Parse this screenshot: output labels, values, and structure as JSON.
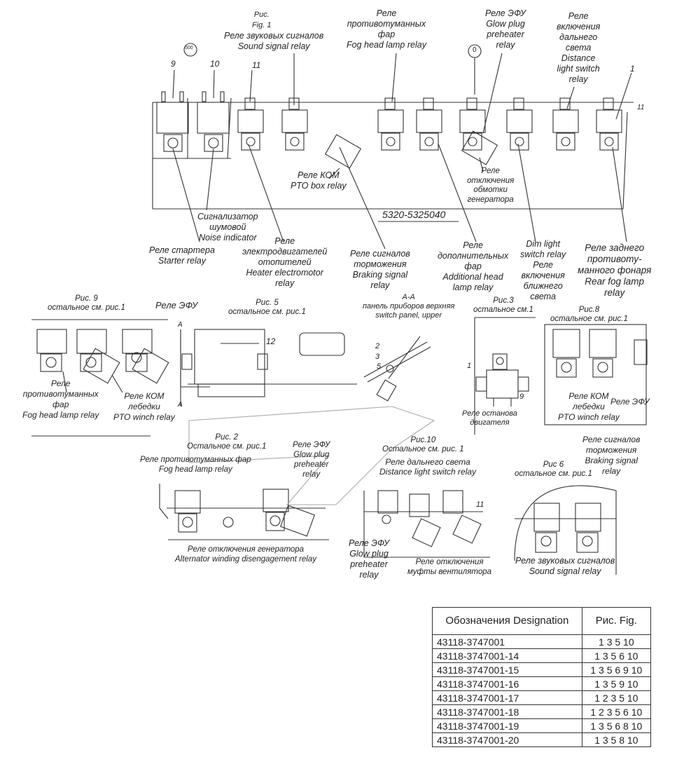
{
  "main_labels": {
    "fig1": [
      "Рис.",
      "Fig. 1"
    ],
    "sound_signal": [
      "Реле звуковых сигналов",
      "Sound signal relay"
    ],
    "fog_head": [
      "Реле",
      "противотуманных",
      "фар",
      "Fog head lamp relay"
    ],
    "glow_plug": [
      "Реле ЭФУ",
      "Glow plug",
      "preheater",
      "relay"
    ],
    "distance": [
      "Реле",
      "включения",
      "дальнего",
      "света",
      "Distance",
      "light switch",
      "relay"
    ],
    "pto_box": [
      "Реле КОМ",
      "PTO box relay"
    ],
    "alt_off": [
      "Реле",
      "отключения",
      "обмотки",
      "генератора"
    ],
    "part_no": "5320-5325040",
    "noise": [
      "Сигнализатор",
      "шумовой",
      "Noise indicator"
    ],
    "starter": [
      "Реле стартера",
      "Starter relay"
    ],
    "heater": [
      "Реле",
      "электродвигателей",
      "отопителей",
      "Heater electromotor",
      "relay"
    ],
    "braking": [
      "Реле сигналов",
      "торможения",
      "Braking signal",
      "relay"
    ],
    "additional": [
      "Реле",
      "дополнительных",
      "фар",
      "Additional head",
      "lamp relay"
    ],
    "dim": [
      "Dim light",
      "switch relay",
      "Реле",
      "включения",
      "ближнего",
      "света"
    ],
    "rear_fog": [
      "Реле заднего",
      "противоту-",
      "манного фонаря",
      "Rear fog lamp",
      "relay"
    ]
  },
  "numbers": {
    "n9": "9",
    "n10": "10",
    "n11": "11",
    "n1": "1",
    "n11b": "11",
    "circ500": "500",
    "circ0": "0"
  },
  "fig9": {
    "title": [
      "Рис. 9",
      "остальное см. рис.1"
    ],
    "efu": "Реле ЭФУ",
    "fog": [
      "Реле",
      "противотуманных",
      "фар",
      "Fog head lamp relay"
    ],
    "pto": [
      "Реле КОМ",
      "лебедки",
      "PTO winch relay"
    ]
  },
  "fig5": {
    "title": [
      "Рис. 5",
      "остальное см. рис.1"
    ],
    "n12": "12",
    "a": "A"
  },
  "section_aa": {
    "title": [
      "А-А",
      "панель приборов верхняя",
      "switch panel, upper"
    ],
    "n2": "2",
    "n3": "3",
    "n5": "5"
  },
  "fig3": {
    "title": [
      "Рис.3",
      "остальное см.1"
    ],
    "n1": "1",
    "n9": "9",
    "stop": [
      "Реле останова",
      "двигателя"
    ]
  },
  "fig8": {
    "title": [
      "Рис.8",
      "остальное см. рис.1"
    ],
    "pto": [
      "Реле КОМ",
      "лебедки",
      "PTO winch relay"
    ],
    "efu": "Реле ЭФУ"
  },
  "fig2": {
    "title": [
      "Рис. 2",
      "Остальное см. рис.1"
    ],
    "fog": [
      "Реле противотуманных фар",
      "Fog head lamp relay"
    ],
    "efu": [
      "Реле ЭФУ",
      "Glow plug",
      "preheater",
      "relay"
    ],
    "alt": [
      "Реле отключения генератора",
      "Alternator winding disengagement relay"
    ]
  },
  "fig10": {
    "title": [
      "Рис.10",
      "Остальное см. рис. 1"
    ],
    "distance": [
      "Реле дальнего света",
      "Distance light switch relay"
    ],
    "n11": "11",
    "efu": [
      "Реле ЭФУ",
      "Glow plug",
      "preheater",
      "relay"
    ],
    "fan": [
      "Реле отключения",
      "муфты вентилятора"
    ]
  },
  "fig6": {
    "title": [
      "Рис 6",
      "остальное см. рис.1"
    ],
    "braking": [
      "Реле сигналов",
      "торможения",
      "Braking signal",
      "relay"
    ],
    "sound": [
      "Реле звуковых сигналов",
      "Sound signal relay"
    ]
  },
  "table": {
    "header": [
      "Обозначения Designation",
      "Рис. Fig."
    ],
    "rows": [
      [
        "43118-3747001",
        "1 3 5 10"
      ],
      [
        "43118-3747001-14",
        "1 3 5 6 10"
      ],
      [
        "43118-3747001-15",
        "1 3 5 6 9 10"
      ],
      [
        "43118-3747001-16",
        "1 3 5 9 10"
      ],
      [
        "43118-3747001-17",
        "1 2 3 5 10"
      ],
      [
        "43118-3747001-18",
        "1 2 3 5 6 10"
      ],
      [
        "43118-3747001-19",
        "1 3 5 6 8 10"
      ],
      [
        "43118-3747001-20",
        "1 3 5 8 10"
      ]
    ]
  }
}
